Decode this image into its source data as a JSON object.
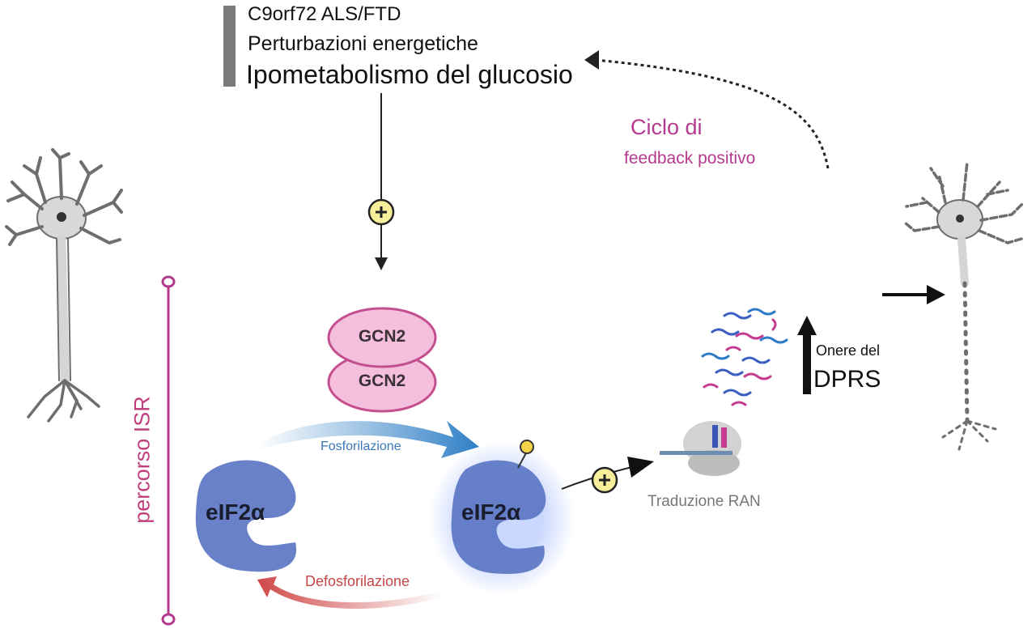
{
  "header": {
    "line1": "C9orf72 ALS/FTD",
    "line2": "Perturbazioni energetiche",
    "line3": "Ipometabolismo del glucosio"
  },
  "feedback": {
    "line1": "Ciclo di",
    "line2": "feedback positivo"
  },
  "gcn2": {
    "top": "GCN2",
    "bottom": "GCN2"
  },
  "eif2a": {
    "left": "eIF2α",
    "right": "eIF2α"
  },
  "arrows": {
    "phosphorylation": "Fosforilazione",
    "dephosphorylation": "Defosforilazione"
  },
  "ran": {
    "label": "Traduzione RAN"
  },
  "dprs": {
    "line1": "Onere del",
    "line2": "DPRS"
  },
  "isr": {
    "label": "percorso ISR"
  },
  "colors": {
    "magenta": "#b43a8e",
    "blue_arrow": "#3b86c8",
    "red_arrow": "#d04848",
    "eif_blue": "#5b76c4",
    "gcn_pink": "#f3bfdc"
  }
}
